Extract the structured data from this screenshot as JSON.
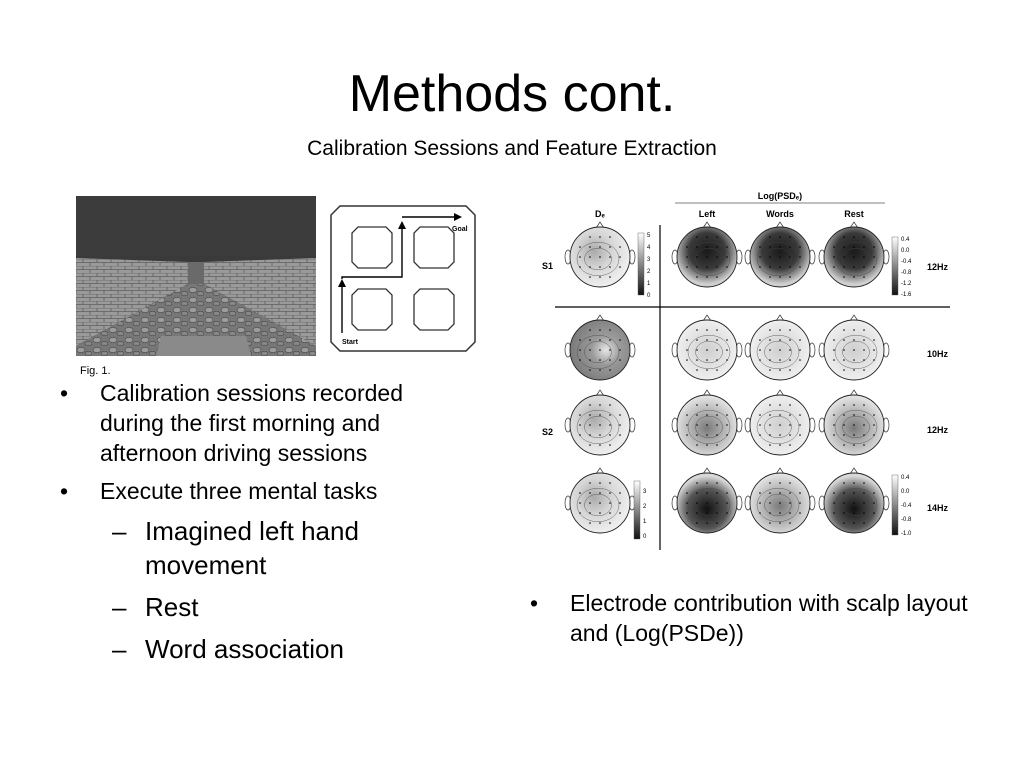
{
  "slide": {
    "title": "Methods cont.",
    "subtitle": "Calibration Sessions and Feature Extraction"
  },
  "figure1": {
    "caption": "Fig. 1.",
    "map_goal_label": "Goal",
    "map_start_label": "Start"
  },
  "left_bullets": [
    {
      "bullet": "•",
      "text": "Calibration sessions recorded during the first morning and afternoon driving sessions"
    },
    {
      "bullet": "•",
      "text": "Execute three mental tasks"
    }
  ],
  "sub_bullets": [
    {
      "bullet": "–",
      "text": "Imagined left hand movement"
    },
    {
      "bullet": "–",
      "text": "Rest"
    },
    {
      "bullet": "–",
      "text": "Word association"
    }
  ],
  "eeg_figure": {
    "top_label": "Log(PSDₑ)",
    "column_labels": [
      "Dₑ",
      "Left",
      "Words",
      "Rest"
    ],
    "subject_labels": [
      "S1",
      "S2"
    ],
    "freq_labels": [
      "12Hz",
      "10Hz",
      "12Hz",
      "14Hz"
    ],
    "colorbar_s1_de": [
      "5",
      "4",
      "3",
      "2",
      "1",
      "0"
    ],
    "colorbar_s1_psd": [
      "0.4",
      "0.0",
      "-0.4",
      "-0.8",
      "-1.2",
      "-1.6"
    ],
    "colorbar_s2_de": [
      "3",
      "2",
      "1",
      "0"
    ],
    "colorbar_s2_psd": [
      "0.4",
      "0.0",
      "-0.4",
      "-0.8",
      "-1.0"
    ]
  },
  "right_bullet": {
    "bullet": "•",
    "text": "Electrode contribution with scalp layout and (Log(PSDe))"
  }
}
